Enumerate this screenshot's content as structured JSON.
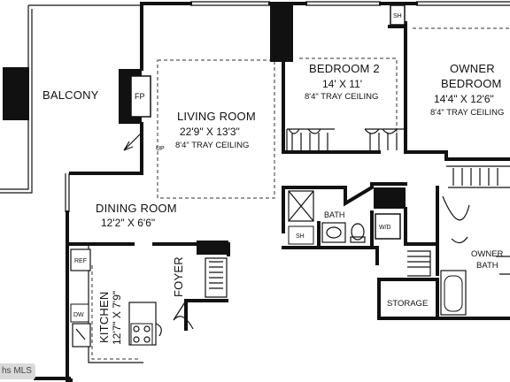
{
  "rooms": {
    "balcony": {
      "name": "BALCONY"
    },
    "living_room": {
      "name": "LIVING ROOM",
      "dims": "22'9\" X 13'3\"",
      "note": "8'4\" TRAY CEILING"
    },
    "bedroom2": {
      "name": "BEDROOM 2",
      "dims": "14' X 11'",
      "note": "8'4\" TRAY CEILING"
    },
    "owner_bedroom": {
      "name_line1": "OWNER",
      "name_line2": "BEDROOM",
      "dims": "14'4\" X 12'6\"",
      "note": "8'4\" TRAY CEILING"
    },
    "dining_room": {
      "name": "DINING ROOM",
      "dims": "12'2\" X 6'6\""
    },
    "kitchen": {
      "name": "KITCHEN",
      "dims": "12'7\" X 7'9\""
    },
    "foyer": {
      "name": "FOYER"
    },
    "bath": {
      "name": "BATH"
    },
    "owner_bath": {
      "name_line1": "OWNER",
      "name_line2": "BATH"
    },
    "storage": {
      "name": "STORAGE"
    }
  },
  "fixtures": {
    "fireplace": "FP",
    "up": "UP",
    "shower_top": "SH",
    "shower_bath": "SH",
    "washer_dryer": "W/D",
    "refrigerator": "REF",
    "dishwasher": "DW"
  },
  "watermark": "hs MLS"
}
